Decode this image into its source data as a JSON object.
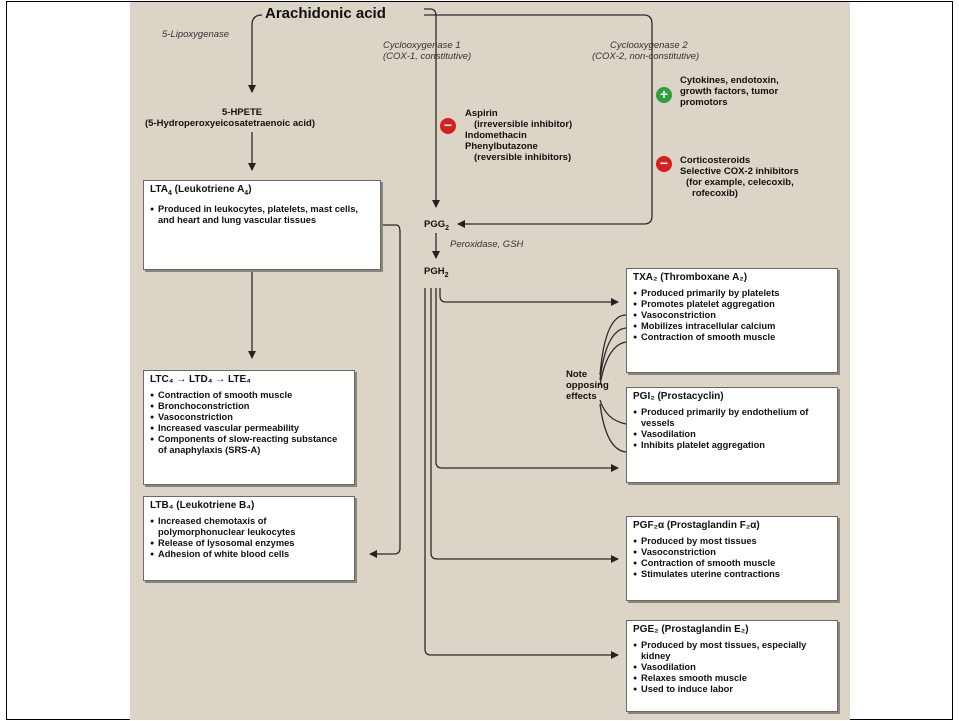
{
  "top": {
    "title": "Arachidonic acid",
    "lipox": "5-Lipoxygenase",
    "cox1_a": "Cyclooxygenase 1",
    "cox1_b": "(COX-1, constitutive)",
    "cox2_a": "Cyclooxygenase 2",
    "cox2_b": "(COX-2, non-constitutive)"
  },
  "hpete": {
    "a": "5-HPETE",
    "b": "(5-Hydroperoxyeicosatetraenoic acid)"
  },
  "inhibitors1": [
    "Aspirin",
    "(irreversible inhibitor)",
    "Indomethacin",
    "Phenylbutazone",
    "(reversible inhibitors)"
  ],
  "inducers": [
    "Cytokines, endotoxin,",
    "growth factors, tumor",
    "promotors"
  ],
  "inhibitors2": [
    "Corticosteroids",
    "Selective COX-2 inhibitors",
    "(for example, celecoxib,",
    "rofecoxib)"
  ],
  "pgg2": "PGG",
  "pgg2_sub": "2",
  "peroxidase": "Peroxidase, GSH",
  "pgh2": "PGH",
  "pgh2_sub": "2",
  "note": [
    "Note",
    "opposing",
    "effects"
  ],
  "boxes": {
    "lta4": {
      "title": "LTA",
      "sub": "4",
      "rest": " (Leukotriene A",
      "sub2": "4",
      "end": ")",
      "items": [
        "Produced in leukocytes, platelets, mast cells, and heart and lung vascular tissues"
      ]
    },
    "ltc4": {
      "title": "LTC₄ → LTD₄ → LTE₄",
      "items": [
        "Contraction of smooth muscle",
        "Bronchoconstriction",
        "Vasoconstriction",
        "Increased vascular permeability",
        "Components of slow-reacting substance of anaphylaxis (SRS-A)"
      ]
    },
    "ltb4": {
      "title": "LTB₄ (Leukotriene B₄)",
      "items": [
        "Increased chemotaxis of polymorphonuclear leukocytes",
        "Release of lysosomal enzymes",
        "Adhesion of white blood cells"
      ]
    },
    "txa2": {
      "title": "TXA₂ (Thromboxane A₂)",
      "items": [
        "Produced primarily by platelets",
        "Promotes platelet aggregation",
        "Vasoconstriction",
        "Mobilizes intracellular calcium",
        "Contraction of smooth muscle"
      ]
    },
    "pgi2": {
      "title": "PGI₂ (Prostacyclin)",
      "items": [
        "Produced primarily by endothelium of vessels",
        "Vasodilation",
        "Inhibits platelet aggregation"
      ]
    },
    "pgf2": {
      "title": "PGF₂α (Prostaglandin F₂α)",
      "items": [
        "Produced by most tissues",
        "Vasoconstriction",
        "Contraction of smooth muscle",
        "Stimulates uterine contractions"
      ]
    },
    "pge2": {
      "title": "PGE₂ (Prostaglandin E₂)",
      "items": [
        "Produced by most tissues, especially kidney",
        "Vasodilation",
        "Relaxes smooth muscle",
        "Used to induce labor"
      ]
    }
  },
  "colors": {
    "panel": "#dcd4c6",
    "plus": "#2e9e3e",
    "minus": "#d42020"
  },
  "icons": {
    "plus": "plus-circle-icon",
    "minus": "minus-circle-icon"
  }
}
